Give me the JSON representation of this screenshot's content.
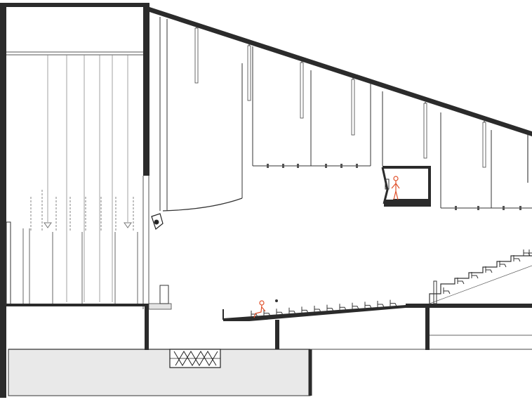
{
  "watermark": {
    "top_text": "",
    "bottom_text": ""
  },
  "colors": {
    "wall": "#2b2b2b",
    "line": "#1a1a1a",
    "fine_line": "#9a9a9a",
    "foundation": "#e9e9e9",
    "figure": "#e0502a",
    "background": "#ffffff"
  },
  "figures": [
    "seated-person",
    "standing-person"
  ],
  "seat_rows": {
    "parterre": 12,
    "balcony": 8
  }
}
